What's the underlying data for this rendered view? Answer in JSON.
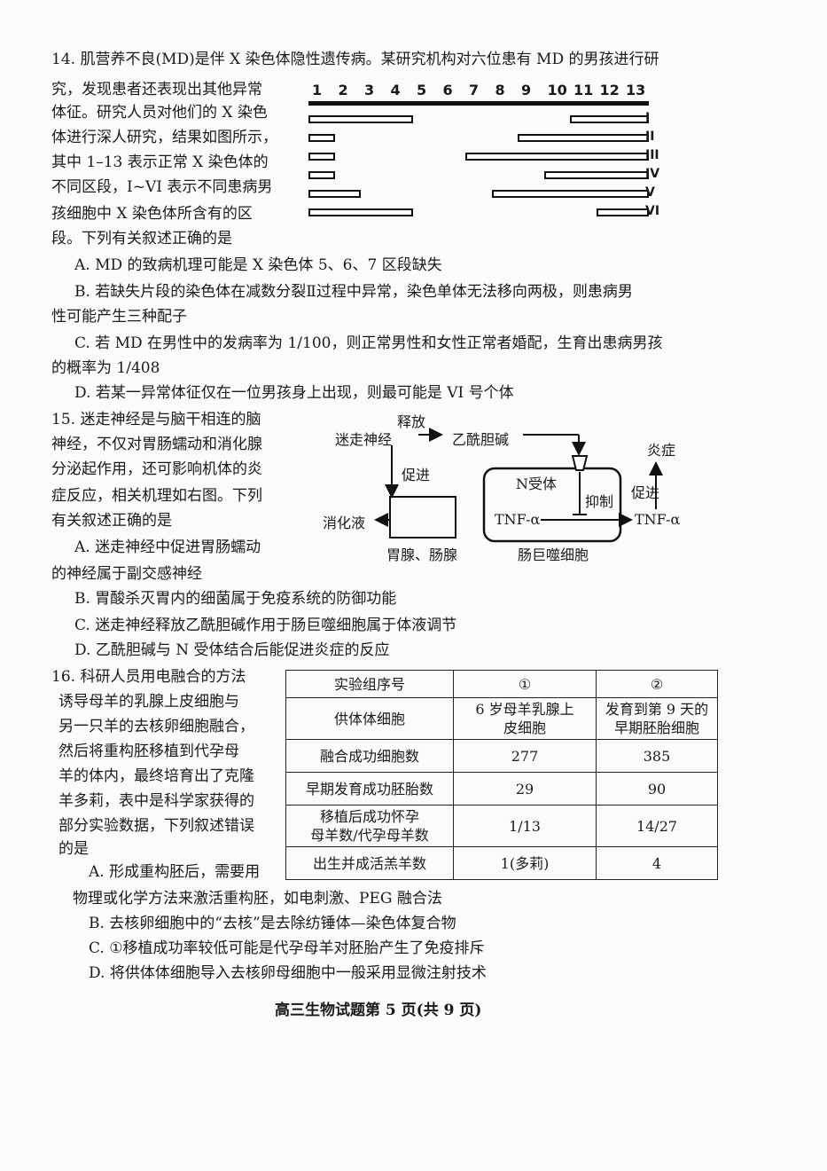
{
  "q14": {
    "lines": [
      "14. 肌营养不良(MD)是伴 X 染色体隐性遗传病。某研究机构对六位患有 MD 的男孩进行研",
      "究，发现患者还表现出其他异常",
      "体征。研究人员对他们的 X 染色",
      "体进行深人研究，结果如图所示，",
      "其中 1–13 表示正常 X 染色体的",
      "不同区段，I~VI 表示不同患病男",
      "孩细胞中 X 染色体所含有的区",
      "段。下列有关叙述正确的是"
    ],
    "options": [
      "A. MD 的致病机理可能是 X 染色体 5、6、7 区段缺失",
      "B. 若缺失片段的染色体在减数分裂Ⅱ过程中异常，染色单体无法移向两极，则患病男",
      "性可能产生三种配子",
      "C. 若 MD 在男性中的发病率为 1/100，则正常男性和女性正常者婚配，生育出患病男孩",
      "的概率为 1/408",
      "D. 若某一异常体征仅在一位男孩身上出现，则最可能是 VI 号个体"
    ],
    "diagram": {
      "segments": [
        "1",
        "2",
        "3",
        "4",
        "5",
        "6",
        "7",
        "8",
        "9",
        "10",
        "11",
        "12",
        "13"
      ],
      "rows": [
        {
          "label": "I",
          "present": [
            [
              1,
              4
            ],
            [
              11,
              13
            ]
          ]
        },
        {
          "label": "II",
          "present": [
            [
              1,
              1
            ],
            [
              9,
              13
            ]
          ]
        },
        {
          "label": "III",
          "present": [
            [
              1,
              1
            ],
            [
              7,
              13
            ]
          ]
        },
        {
          "label": "IV",
          "present": [
            [
              1,
              1
            ],
            [
              10,
              13
            ]
          ]
        },
        {
          "label": "V",
          "present": [
            [
              1,
              2
            ],
            [
              8,
              13
            ]
          ]
        },
        {
          "label": "VI",
          "present": [
            [
              1,
              4
            ],
            [
              12,
              13
            ]
          ]
        }
      ]
    }
  },
  "q15": {
    "lines": [
      "15. 迷走神经是与脑干相连的脑",
      "神经，不仅对胃肠蠕动和消化腺",
      "分泌起作用，还可影响机体的炎",
      "症反应，相关机理如右图。下列",
      "有关叙述正确的是"
    ],
    "options": [
      "A. 迷走神经中促进胃肠蠕动",
      "的神经属于副交感神经",
      "B. 胃酸杀灭胃内的细菌属于免疫系统的防御功能",
      "C. 迷走神经释放乙酰胆碱作用于肠巨噬细胞属于体液调节",
      "D. 乙酰胆碱与 N 受体结合后能促进炎症的反应"
    ],
    "diagram": {
      "vagus": "迷走神经",
      "release": "释放",
      "ach": "乙酰胆碱",
      "promote1": "促进",
      "receptor": "N受体",
      "inhibit": "抑制",
      "promote2": "促进",
      "inflammation": "炎症",
      "digestive": "消化液",
      "tnf1": "TNF-α",
      "tnf2": "TNF-α",
      "glands": "胃腺、肠腺",
      "macrophage": "肠巨噬细胞"
    }
  },
  "q16": {
    "lines": [
      "16. 科研人员用电融合的方法",
      "诱导母羊的乳腺上皮细胞与",
      "另一只羊的去核卵细胞融合，",
      "然后将重构胚移植到代孕母",
      "羊的体内，最终培育出了克隆",
      "羊多莉，表中是科学家获得的",
      "部分实验数据，下列叙述错误",
      "的是"
    ],
    "options": [
      "A. 形成重构胚后，需要用",
      "物理或化学方法来激活重构胚，如电刺激、PEG 融合法",
      "B. 去核卵细胞中的“去核”是去除纺锤体—染色体复合物",
      "C. ①移植成功率较低可能是代孕母羊对胚胎产生了免疫排斥",
      "D. 将供体体细胞导入去核卵母细胞中一般采用显微注射技术"
    ],
    "table": {
      "header": [
        "实验组序号",
        "①",
        "②"
      ],
      "rows": [
        [
          "供体体细胞",
          "6 岁母羊乳腺上\n皮细胞",
          "发育到第 9 天的\n早期胚胎细胞"
        ],
        [
          "融合成功细胞数",
          "277",
          "385"
        ],
        [
          "早期发育成功胚胎数",
          "29",
          "90"
        ],
        [
          "移植后成功怀孕\n母羊数/代孕母羊数",
          "1/13",
          "14/27"
        ],
        [
          "出生并成活羔羊数",
          "1(多莉)",
          "4"
        ]
      ]
    }
  },
  "footer": "高三生物试题第 5 页(共 9 页)"
}
